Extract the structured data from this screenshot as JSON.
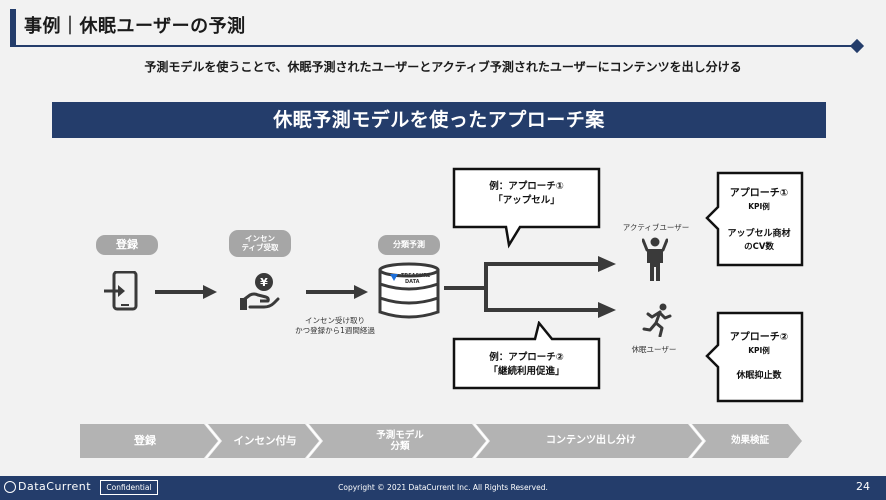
{
  "header": {
    "title": "事例｜休眠ユーザーの予測",
    "subtitle": "予測モデルを使うことで、休眠予測されたユーザーとアクティブ予測されたユーザーにコンテンツを出し分ける"
  },
  "banner": "休眠予測モデルを使ったアプローチ案",
  "flow": {
    "steps": [
      {
        "label": "登録",
        "icon": "smartphone-login-icon"
      },
      {
        "label": "インセン\nティブ受取",
        "icon": "yen-coin-hand-icon"
      },
      {
        "label": "分類予測",
        "icon": "treasure-data-database-icon"
      }
    ],
    "db_label_1": "TREASURE",
    "db_label_2": "DATA",
    "caption_line1": "インセン受け取り",
    "caption_line2": "かつ登録から1週間経過"
  },
  "bubbles": {
    "top_line1": "例：アプローチ①",
    "top_line2": "「アップセル」",
    "bottom_line1": "例：アプローチ②",
    "bottom_line2": "「継続利用促進」"
  },
  "personas": {
    "active_label": "アクティブユーザー",
    "active_icon": "standing-person-icon",
    "dormant_label": "休眠ユーザー",
    "dormant_icon": "running-person-icon"
  },
  "kpi": {
    "box1_title": "アプローチ①",
    "box1_sub": "KPI例",
    "box1_line1": "アップセル商材",
    "box1_line2": "のCV数",
    "box2_title": "アプローチ②",
    "box2_sub": "KPI例",
    "box2_line1": "休眠抑止数"
  },
  "process": {
    "steps": [
      "登録",
      "インセン付与",
      "予測モデル\n分類",
      "コンテンツ出し分け",
      "効果検証"
    ]
  },
  "footer": {
    "brand": "DataCurrent",
    "confidential": "Confidential",
    "copyright": "Copyright © 2021 DataCurrent Inc. All Rights Reserved.",
    "page": "24"
  },
  "colors": {
    "navy": "#243d6b",
    "gray_pill": "#a6a6a6",
    "chevron": "#b3b3b3",
    "icon": "#3a3a3a"
  }
}
